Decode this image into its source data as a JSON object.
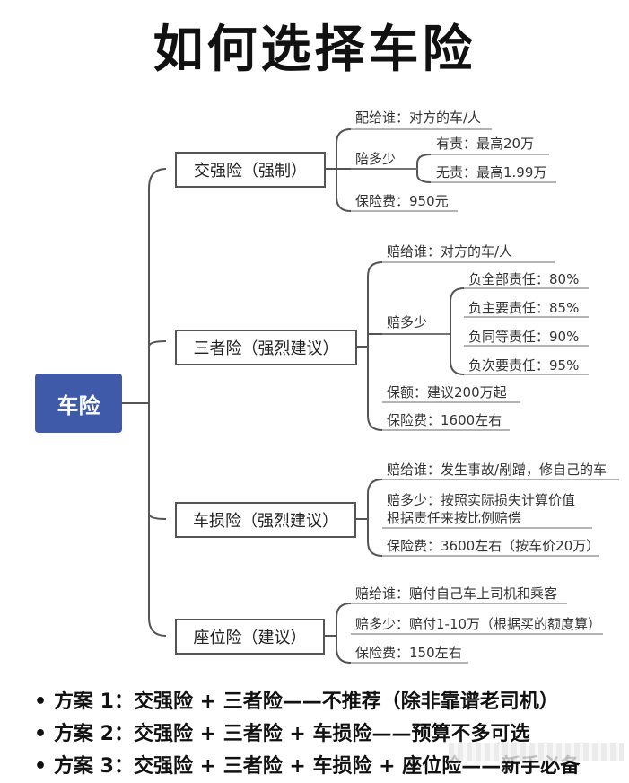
{
  "title": "如何选择车险",
  "root": "车险",
  "branches": [
    {
      "label": "交强险（强制）",
      "items": [
        "配给谁：对方的车/人",
        "陪多少",
        "保险费：950元"
      ],
      "sub": [
        "有责：最高20万",
        "无责：最高1.99万"
      ]
    },
    {
      "label": "三者险（强烈建议）",
      "items": [
        "赔给谁：对方的车/人",
        "赔多少",
        "保额：建议200万起",
        "保险费：1600左右"
      ],
      "sub": [
        "负全部责任：80%",
        "负主要责任：85%",
        "负同等责任：90%",
        "负次要责任：95%"
      ]
    },
    {
      "label": "车损险（强烈建议）",
      "items": [
        "赔给谁：发生事故/剐蹭，修自己的车",
        "赔多少：按照实际损失计算价值",
        "根据责任来按比例赔偿",
        "保险费：3600左右（按车价20万）"
      ]
    },
    {
      "label": "座位险（建议）",
      "items": [
        "赔给谁：赔付自己车上司机和乘客",
        "赔多少：赔付1-10万（根据买的额度算）",
        "保险费：150左右"
      ]
    }
  ],
  "plans": [
    "方案 1：交强险 + 三者险——不推荐（除非靠谱老司机）",
    "方案 2：交强险 + 三者险 + 车损险——预算不多可选",
    "方案 3：交强险 + 三者险 + 车损险 + 座位险——新手必备"
  ],
  "colors": {
    "root_bg": "#3e5aa9",
    "line": "#555555"
  },
  "icons": {
    "bullet": "bullet-dot-icon"
  }
}
